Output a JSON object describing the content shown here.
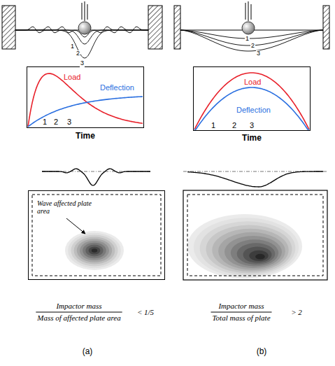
{
  "diagram": {
    "nodes": [
      {
        "text": [
          "Load",
          "Deflection",
          "1",
          "2",
          "3"
        ]
      },
      {
        "text": [
          "Load",
          "Deflection",
          "1",
          "2",
          "3"
        ]
      },
      {
        "text": [
          "Wave affected plate area"
        ]
      }
    ],
    "labels": [
      "1",
      "2",
      "3",
      "1",
      "2",
      "3",
      "Time",
      "Time",
      "Impactor mass",
      "Mass of affected plate area",
      "< 1/5",
      "Impactor mass",
      "Total mass of plate",
      "> 2",
      "(a)",
      "(b)"
    ]
  }
}
